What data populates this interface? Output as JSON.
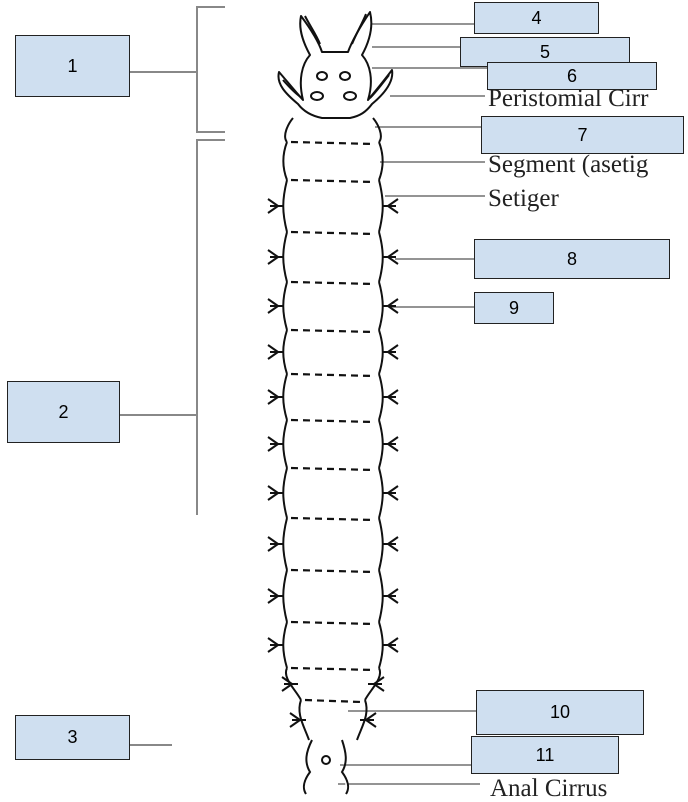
{
  "diagram": {
    "label_boxes": [
      "1",
      "2",
      "3",
      "4",
      "5",
      "6",
      "7",
      "8",
      "9",
      "10",
      "11"
    ],
    "printed_labels": {
      "peristomial_cirrus": "Peristomial Cirr",
      "segment_asetiger": "Segment (asetig",
      "setiger": "Setiger",
      "anal_cirrus": "Anal Cirrus"
    },
    "colors": {
      "box_fill": "#cfdff0",
      "box_border": "#222222",
      "bracket": "#888888",
      "drawing": "#111111",
      "leader": "#555555"
    }
  }
}
